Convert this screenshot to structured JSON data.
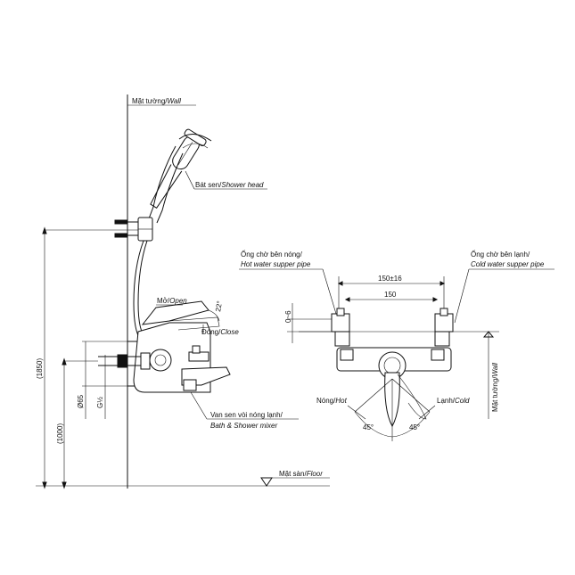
{
  "side_view": {
    "wall_label": "Mặt tường/",
    "wall_label_en": "Wall",
    "shower_head_label": "Bát sen/",
    "shower_head_label_en": "Shower head",
    "open_label": "Mở/",
    "open_label_en": "Open",
    "angle_label": "22°",
    "close_label": "Đóng/",
    "close_label_en": "Close",
    "mixer_label": "Van sen vòi nóng lạnh/",
    "mixer_label_en": "Bath & Shower mixer",
    "floor_label": "Mặt sàn/",
    "floor_label_en": "Floor",
    "dim_total_height": "(1850)",
    "dim_mixer_height": "(1000)",
    "dim_diameter": "Ø65",
    "dim_thread": "G½"
  },
  "front_view": {
    "hot_pipe_label": "Ống chờ bên nóng/",
    "hot_pipe_label_en": "Hot water supper pipe",
    "cold_pipe_label": "Ống chờ bên lạnh/",
    "cold_pipe_label_en": "Cold water supper pipe",
    "dim_spacing_tol": "150±16",
    "dim_spacing": "150",
    "dim_offset": "0~6",
    "wall_label": "Mặt tường/",
    "wall_label_en": "Wall",
    "hot_label": "Nóng/",
    "hot_label_en": "Hot",
    "cold_label": "Lạnh/",
    "cold_label_en": "Cold",
    "angle_left": "45°",
    "angle_right": "45°"
  }
}
